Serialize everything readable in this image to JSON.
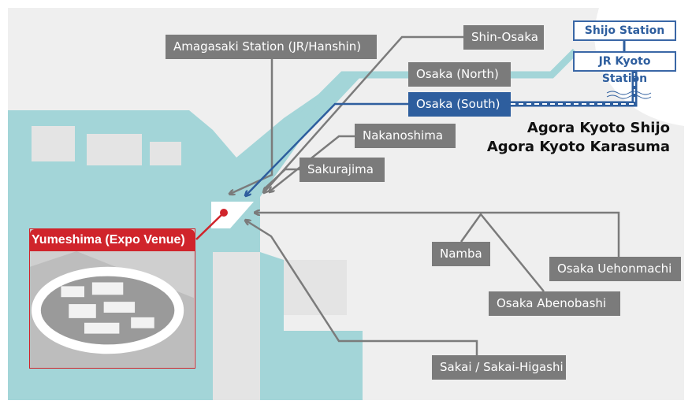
{
  "colors": {
    "water": "#a3d5d8",
    "land": "#efefef",
    "label_gray": "#7b7b7b",
    "accent_blue": "#2e5e9e",
    "accent_red": "#d0242b"
  },
  "stations": {
    "amagasaki": "Amagasaki Station (JR/Hanshin)",
    "shin_osaka": "Shin-Osaka",
    "osaka_north": "Osaka (North)",
    "osaka_south": "Osaka (South)",
    "nakanoshima": "Nakanoshima",
    "sakurajima": "Sakurajima",
    "namba": "Namba",
    "uehonmachi": "Osaka Uehonmachi",
    "abenobashi": "Osaka Abenobashi",
    "sakai": "Sakai / Sakai-Higashi"
  },
  "kyoto": {
    "shijo": "Shijo Station",
    "jr_kyoto": "JR Kyoto Station",
    "agora1": "Agora Kyoto Shijo",
    "agora2": "Agora Kyoto Karasuma"
  },
  "venue": {
    "title": "Yumeshima (Expo Venue)"
  }
}
